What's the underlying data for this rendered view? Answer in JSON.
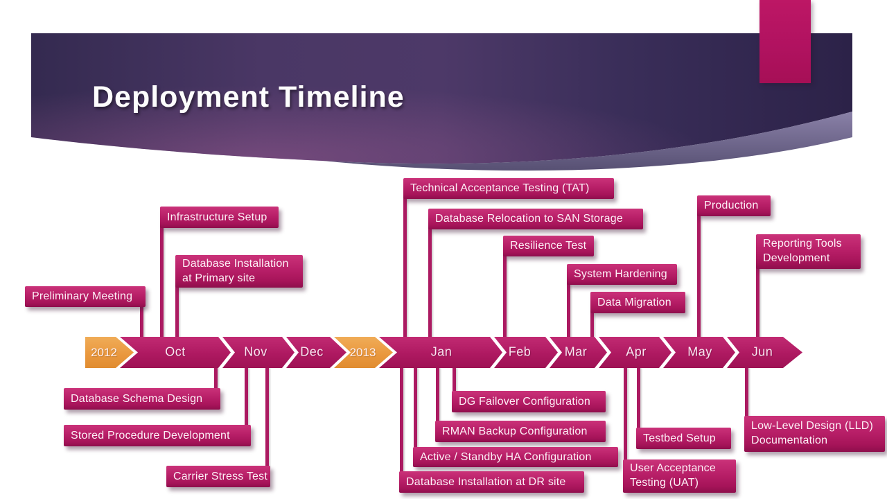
{
  "slide": {
    "title": "Deployment Timeline"
  },
  "timeline": {
    "segments": [
      "2012",
      "Oct",
      "Nov",
      "Dec",
      "2013",
      "Jan",
      "Feb",
      "Mar",
      "Apr",
      "May",
      "Jun"
    ],
    "events_above": [
      "Preliminary Meeting",
      "Infrastructure Setup",
      "Database Installation at Primary site",
      "Technical Acceptance Testing (TAT)",
      "Database Relocation to SAN Storage",
      "Resilience Test",
      "System Hardening",
      "Data Migration",
      "Production",
      "Reporting Tools Development"
    ],
    "events_below": [
      "Database Schema Design",
      "Stored Procedure Development",
      "Carrier Stress Test",
      "DG Failover Configuration",
      "RMAN Backup Configuration",
      "Active / Standby HA Configuration",
      "Database Installation at DR site",
      "Testbed Setup",
      "User Acceptance Testing (UAT)",
      "Low-Level Design (LLD) Documentation"
    ],
    "colors": {
      "magenta": "#ae1961",
      "orange": "#e9973d",
      "banner_purple": "#43345f",
      "swoosh_purple": "#5a5378",
      "accent_rect": "#b11260",
      "text_light": "#fdf0f6"
    }
  }
}
